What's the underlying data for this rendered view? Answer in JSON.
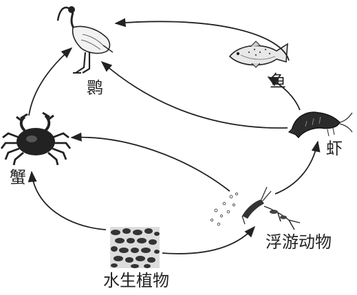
{
  "organisms": {
    "ibis": "鹮",
    "fish": "鱼",
    "crab": "蟹",
    "shrimp": "虾",
    "zooplankton": "浮游动物",
    "aquatic_plants": "水生植物"
  },
  "links": [
    {
      "from": "fish",
      "to": "ibis"
    },
    {
      "from": "shrimp",
      "to": "fish"
    },
    {
      "from": "shrimp",
      "to": "ibis"
    },
    {
      "from": "crab",
      "to": "ibis"
    },
    {
      "from": "zooplankton",
      "to": "shrimp"
    },
    {
      "from": "zooplankton",
      "to": "crab"
    },
    {
      "from": "aquatic_plants",
      "to": "zooplankton"
    },
    {
      "from": "aquatic_plants",
      "to": "crab"
    }
  ]
}
